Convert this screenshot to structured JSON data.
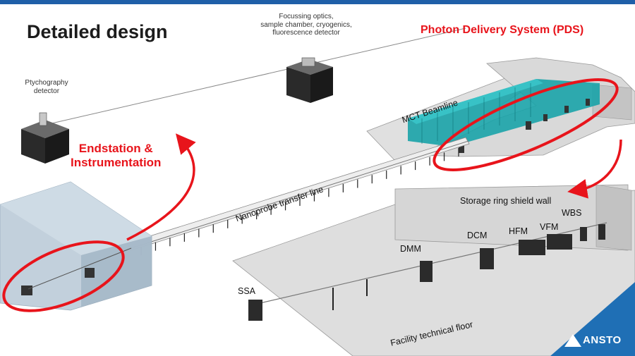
{
  "slide": {
    "title": "Detailed design",
    "section_label": "Photon Delivery System (PDS)",
    "endstation_label": "Endstation &\nInstrumentation",
    "optics_label": "Focussing optics,\nsample chamber, cryogenics,\nfluorescence detector",
    "ptycho_label": "Ptychography\ndetector",
    "mct_label": "MCT Beamline",
    "transfer_label": "Nanoprobe transfer line",
    "shield_label": "Storage ring shield wall",
    "floor_label": "Facility technical floor",
    "components": {
      "ssa": "SSA",
      "dmm": "DMM",
      "dcm": "DCM",
      "hfm": "HFM",
      "vfm": "VFM",
      "wbs": "WBS"
    },
    "logo_text": "ANSTO"
  },
  "colors": {
    "banner": "#1f5fa8",
    "highlight_red": "#e8141b",
    "beamline_teal": "#1aa3a8",
    "enclosure_blue": "#b8c8d6",
    "floor_grey": "#dcdcdc",
    "wall_grey": "#cfcfcf",
    "corner_blue": "#1f6fb5"
  }
}
